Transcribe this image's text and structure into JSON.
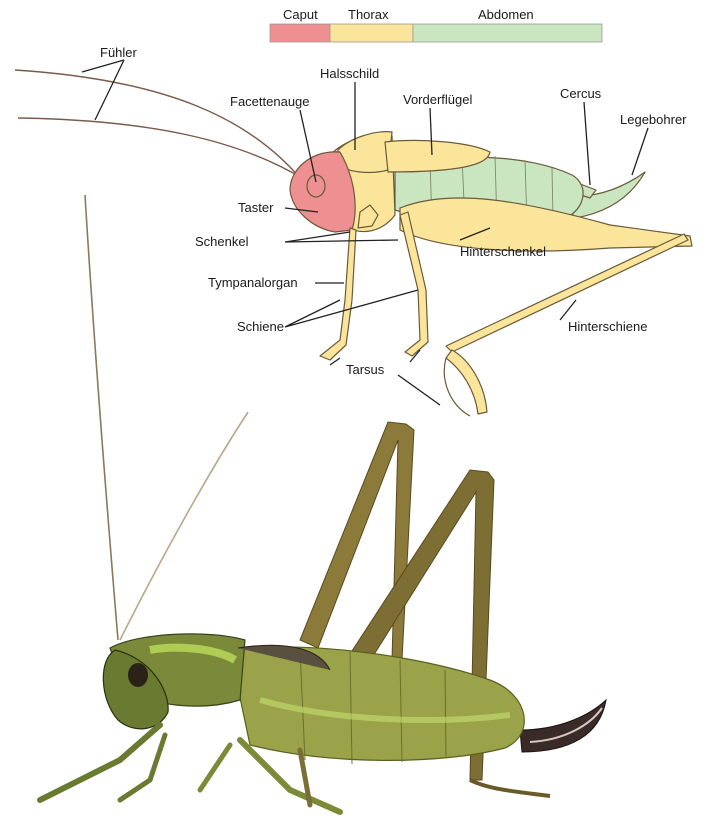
{
  "legend": {
    "caput": "Caput",
    "thorax": "Thorax",
    "abdomen": "Abdomen"
  },
  "labels": {
    "fuehler": "Fühler",
    "halsschild": "Halsschild",
    "facettenauge": "Facettenauge",
    "vorderfluegel": "Vorderflügel",
    "cercus": "Cercus",
    "legebohrer": "Legebohrer",
    "taster": "Taster",
    "schenkel": "Schenkel",
    "tympanalorgan": "Tympanalorgan",
    "hinterschenkel": "Hinterschenkel",
    "schiene": "Schiene",
    "hinterschiene": "Hinterschiene",
    "tarsus": "Tarsus"
  },
  "colors": {
    "caput": "#ee8f92",
    "thorax": "#fbe59a",
    "abdomen": "#c9e6c1",
    "outline": "#6b5a3a",
    "photo_body": "#8a9a4a",
    "photo_leg": "#8b7a3a"
  }
}
